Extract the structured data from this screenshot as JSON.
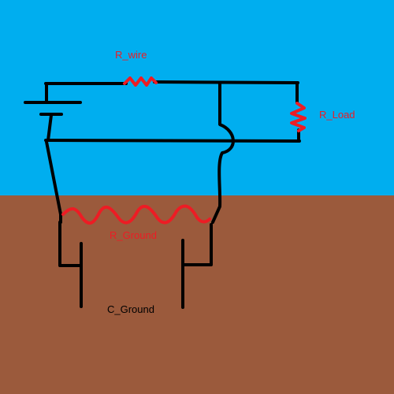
{
  "labels": {
    "r_wire": "R_wire",
    "r_load": "R_Load",
    "r_ground": "R_Ground",
    "c_ground": "C_Ground"
  },
  "colors": {
    "sky": "#00aeef",
    "ground": "#9b5a3c",
    "wire": "#000000",
    "resistor": "#ed1c24",
    "resistor_label": "#ed1c24",
    "capacitor_label": "#000000"
  }
}
